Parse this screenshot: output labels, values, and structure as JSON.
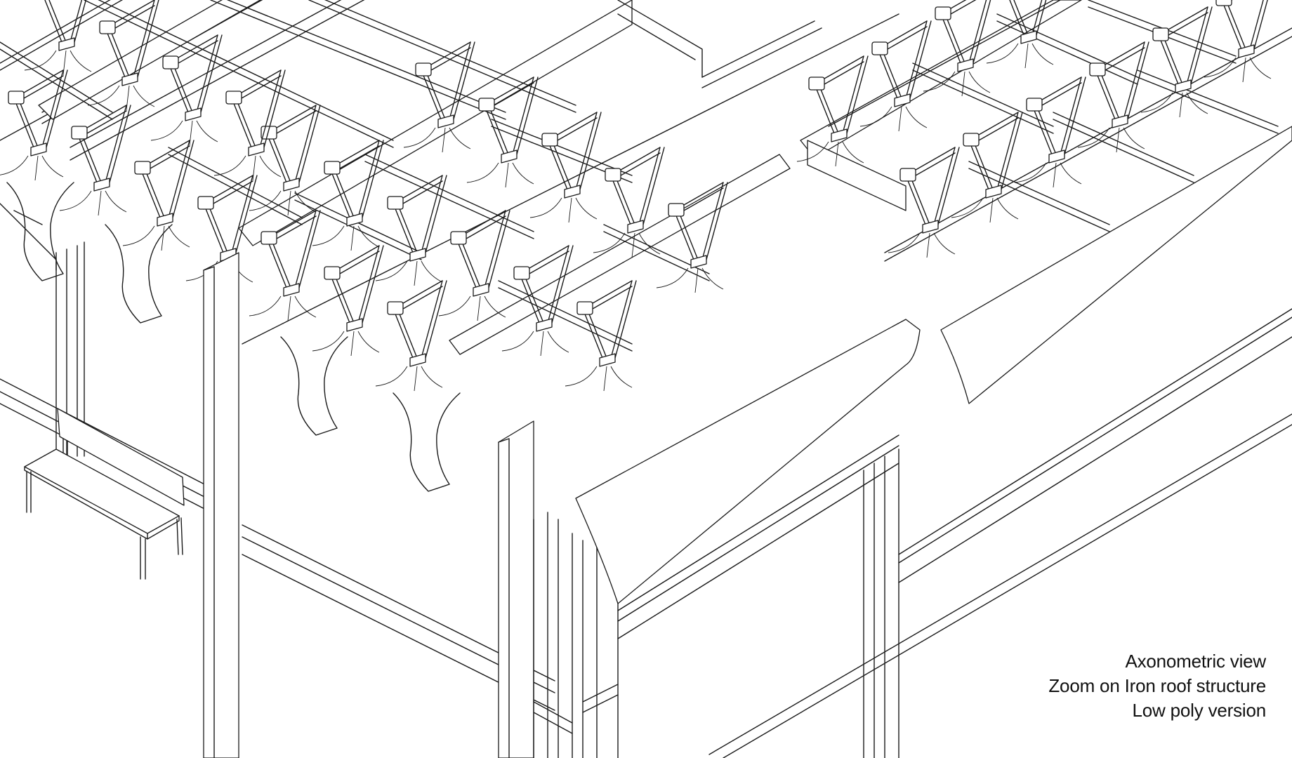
{
  "caption": {
    "line1": "Axonometric view",
    "line2": "Zoom on Iron roof structure",
    "line3": "Low poly version"
  },
  "drawing": {
    "subject": "Iron roof truss structure with columns, hanging canopy panels and bench",
    "stroke_color": "#1a1a1a",
    "background_color": "#ffffff"
  }
}
